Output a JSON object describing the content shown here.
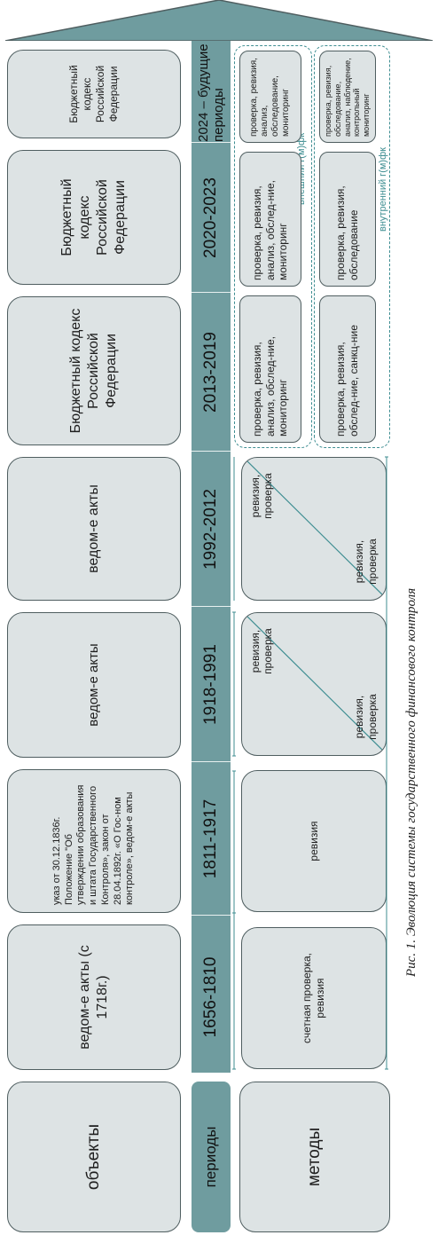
{
  "rows": {
    "objects_label": "объекты",
    "periods_label": "периоды",
    "methods_label": "методы"
  },
  "periods": [
    {
      "label": "1656-1810",
      "object": "ведом-е акты (с 1718г.)",
      "method": "счетная проверка, ревизия"
    },
    {
      "label": "1811-1917",
      "object": "указ от 30.12.1836г. Положение \"Об утверждении образования и штата Государственного Контроля», закон от 28.04.1892г. «О Гос-ном контроле», ведом-е акты",
      "method": "ревизия"
    },
    {
      "label": "1918-1991",
      "object": "ведом-е акты",
      "method_top": "ревизия, проверка",
      "method_bottom": "ревизия, проверка"
    },
    {
      "label": "1992-2012",
      "object": "ведом-е акты",
      "method_top": "ревизия, проверка",
      "method_bottom": "ревизия, проверка"
    },
    {
      "label": "2013-2019",
      "object": "Бюджетный кодекс Российской Федерации",
      "method_external": "проверка, ревизия, анализ, обслед-ние, мониторинг",
      "method_internal": "проверка, ревизия, обслед-ние, санкц-ние"
    },
    {
      "label": "2020-2023",
      "object": "Бюджетный кодекс Российской Федерации",
      "method_external": "проверка, ревизия, анализ, обслед-ние, мониторинг",
      "method_internal": "проверка, ревизия, обследование"
    },
    {
      "label": "2024 – будущие периоды",
      "object": "Бюджетный кодекс Российской Федерации",
      "method_external": "проверка, ревизия, анализ, обследование, мониторинг",
      "method_internal": "проверка, ревизия, обследование, анализ, наблюдение, контрольный мониторинг"
    }
  ],
  "groups": {
    "external": "внешний г(м)фк",
    "internal": "внутренний г(м)фк"
  },
  "caption": "Рис. 1. Эволюция системы государственного финансового контроля",
  "colors": {
    "box_fill": "#dde3e4",
    "period_fill": "#6f9c9f",
    "dashed": "#3f8e92"
  }
}
